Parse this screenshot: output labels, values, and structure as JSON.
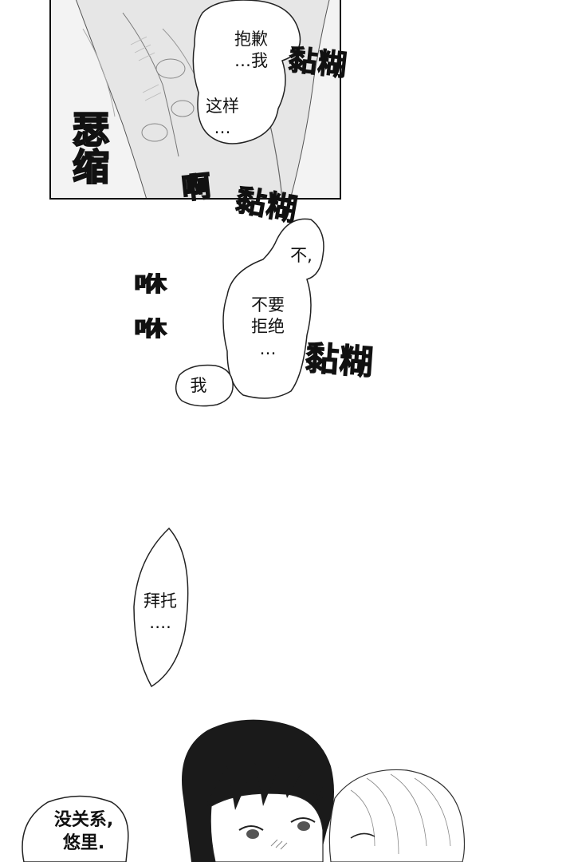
{
  "panel_top": {
    "speech": {
      "line1": "抱歉\n…我",
      "line2": "这样\n…"
    },
    "sfx": {
      "sticky1": "黏糊",
      "ah": "啊",
      "trembling": "瑟缩"
    }
  },
  "middle": {
    "sfx": {
      "sticky2": "黏糊",
      "sticky3": "黏糊",
      "panting1": "咻",
      "panting2": "咻"
    },
    "speech": {
      "no": "不,",
      "dont_refuse": "不要\n拒绝\n…",
      "me": "我"
    }
  },
  "lower": {
    "speech": {
      "please": "拜托\n…."
    }
  },
  "bottom": {
    "speech": {
      "its_okay": "没关系,\n悠里."
    }
  }
}
